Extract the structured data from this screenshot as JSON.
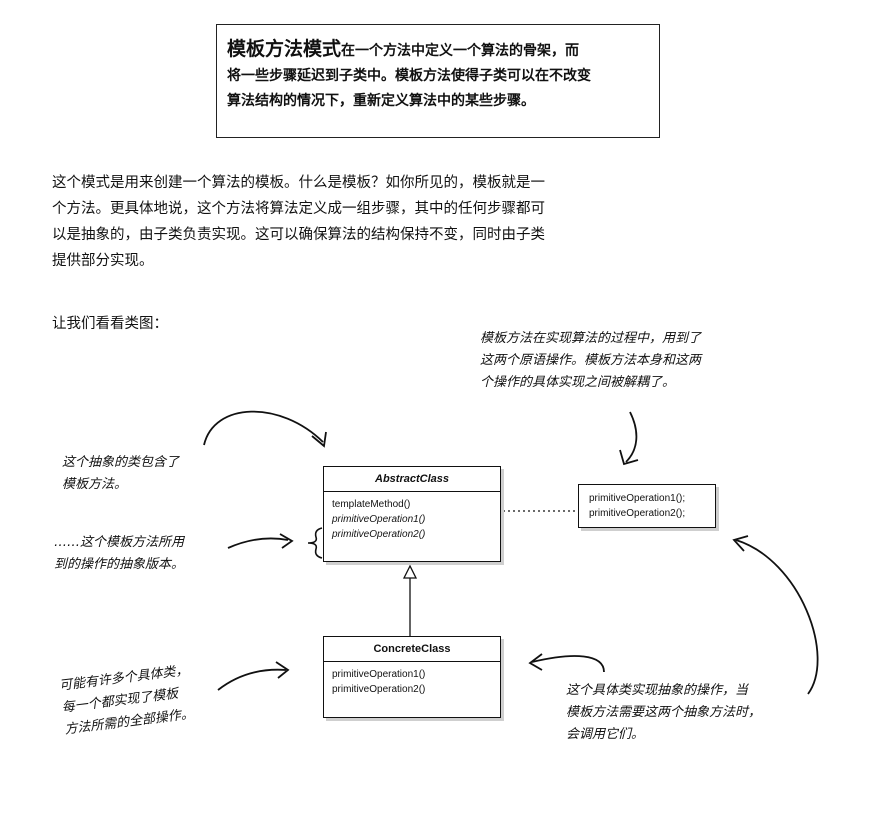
{
  "definition": {
    "term": "模板方法模式",
    "text_line1": "在一个方法中定义一个算法的骨架，而",
    "text_line2": "将一些步骤延迟到子类中。模板方法使得子类可以在不改变",
    "text_line3": "算法结构的情况下，重新定义算法中的某些步骤。"
  },
  "intro": {
    "line1": "这个模式是用来创建一个算法的模板。什么是模板？如你所见的，模板就是一",
    "line2": "个方法。更具体地说，这个方法将算法定义成一组步骤，其中的任何步骤都可",
    "line3": "以是抽象的，由子类负责实现。这可以确保算法的结构保持不变，同时由子类",
    "line4": "提供部分实现。"
  },
  "lead": "让我们看看类图：",
  "annotations": {
    "top_right": [
      "模板方法在实现算法的过程中，用到了",
      "这两个原语操作。模板方法本身和这两",
      "个操作的具体实现之间被解耦了。"
    ],
    "abstract_contains": [
      "这个抽象的类包含了",
      "模板方法。"
    ],
    "abstract_ops": [
      "……这个模板方法所用",
      "到的操作的抽象版本。"
    ],
    "many_concrete": [
      "可能有许多个具体类，",
      "每一个都实现了模板",
      "方法所需的全部操作。"
    ],
    "concrete_impl": [
      "这个具体类实现抽象的操作，当",
      "模板方法需要这两个抽象方法时，",
      "会调用它们。"
    ]
  },
  "abstract_class": {
    "name": "AbstractClass",
    "ops": [
      "templateMethod()",
      "primitiveOperation1()",
      "primitiveOperation2()"
    ]
  },
  "concrete_class": {
    "name": "ConcreteClass",
    "ops": [
      "primitiveOperation1()",
      "primitiveOperation2()"
    ]
  },
  "primitive_box": {
    "ops": [
      "primitiveOperation1();",
      "primitiveOperation2();"
    ]
  }
}
